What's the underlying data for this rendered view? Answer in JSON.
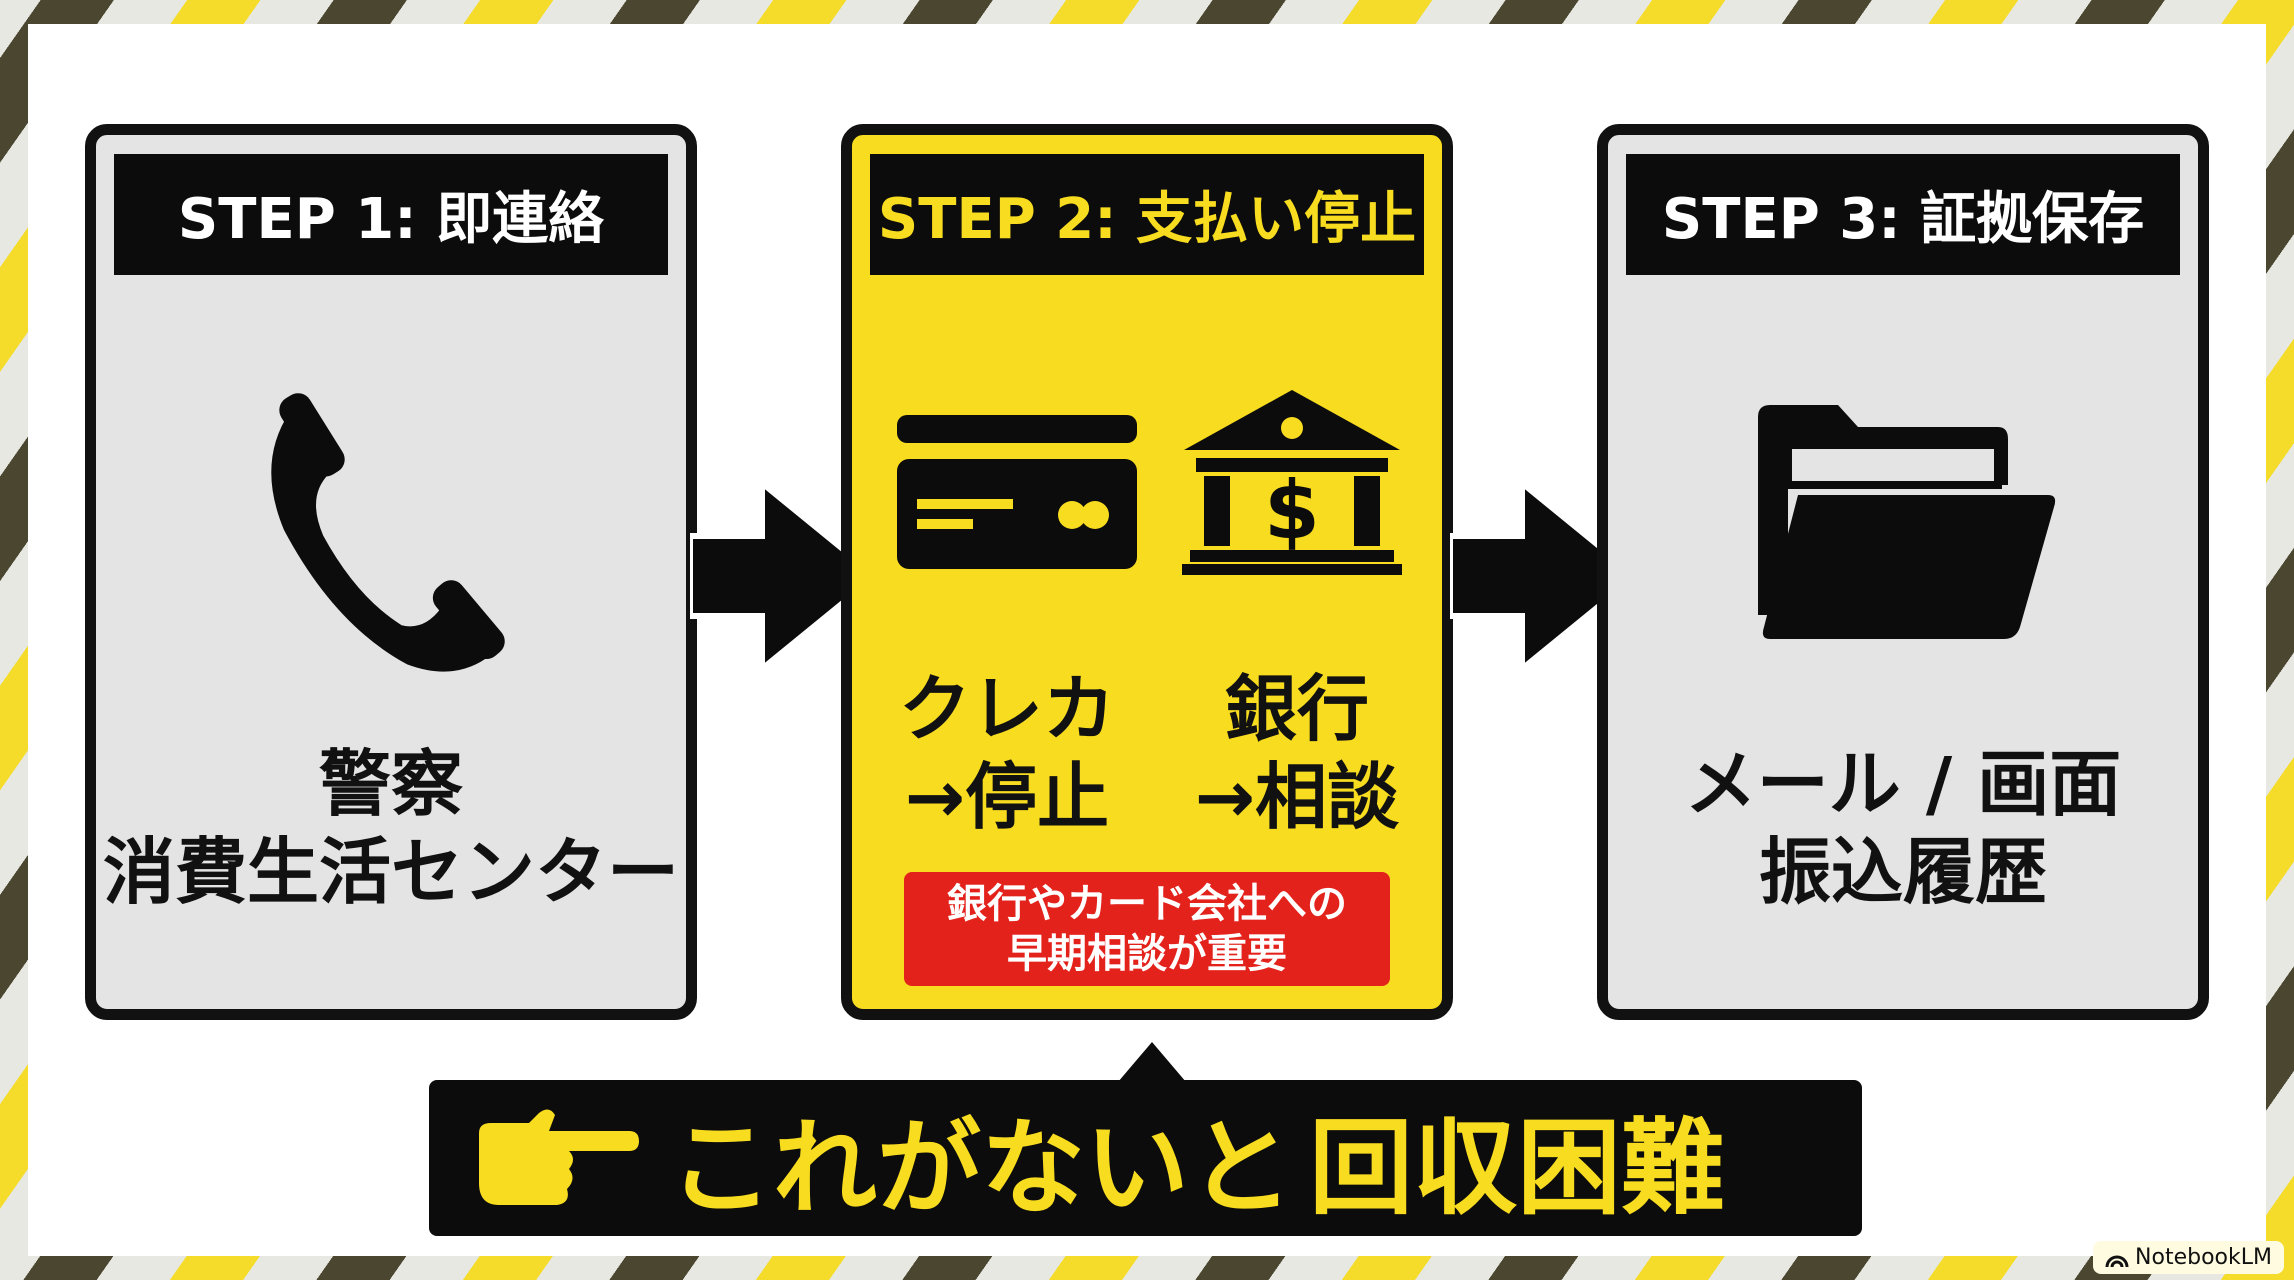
{
  "colors": {
    "yellow": "#f8dc1f",
    "black": "#0c0c0c",
    "gray": "#e4e4e4",
    "red": "#e3221c"
  },
  "steps": [
    {
      "title": "STEP 1: 即連絡",
      "icon": "phone-icon",
      "lines": [
        "警察",
        "消費生活センター"
      ]
    },
    {
      "title": "STEP 2: 支払い停止",
      "icons": [
        "credit-card-icon",
        "bank-icon"
      ],
      "col1": [
        "クレカ",
        "→停止"
      ],
      "col2": [
        "銀行",
        "→相談"
      ],
      "note": [
        "銀行やカード会社への",
        "早期相談が重要"
      ]
    },
    {
      "title": "STEP 3: 証拠保存",
      "icon": "folder-icon",
      "lines": [
        "メール / 画面",
        "振込履歴"
      ]
    }
  ],
  "banner": {
    "icon": "pointing-hand-icon",
    "text_a": "これがないと",
    "text_b": "回収困難"
  },
  "watermark": "NotebookLM"
}
